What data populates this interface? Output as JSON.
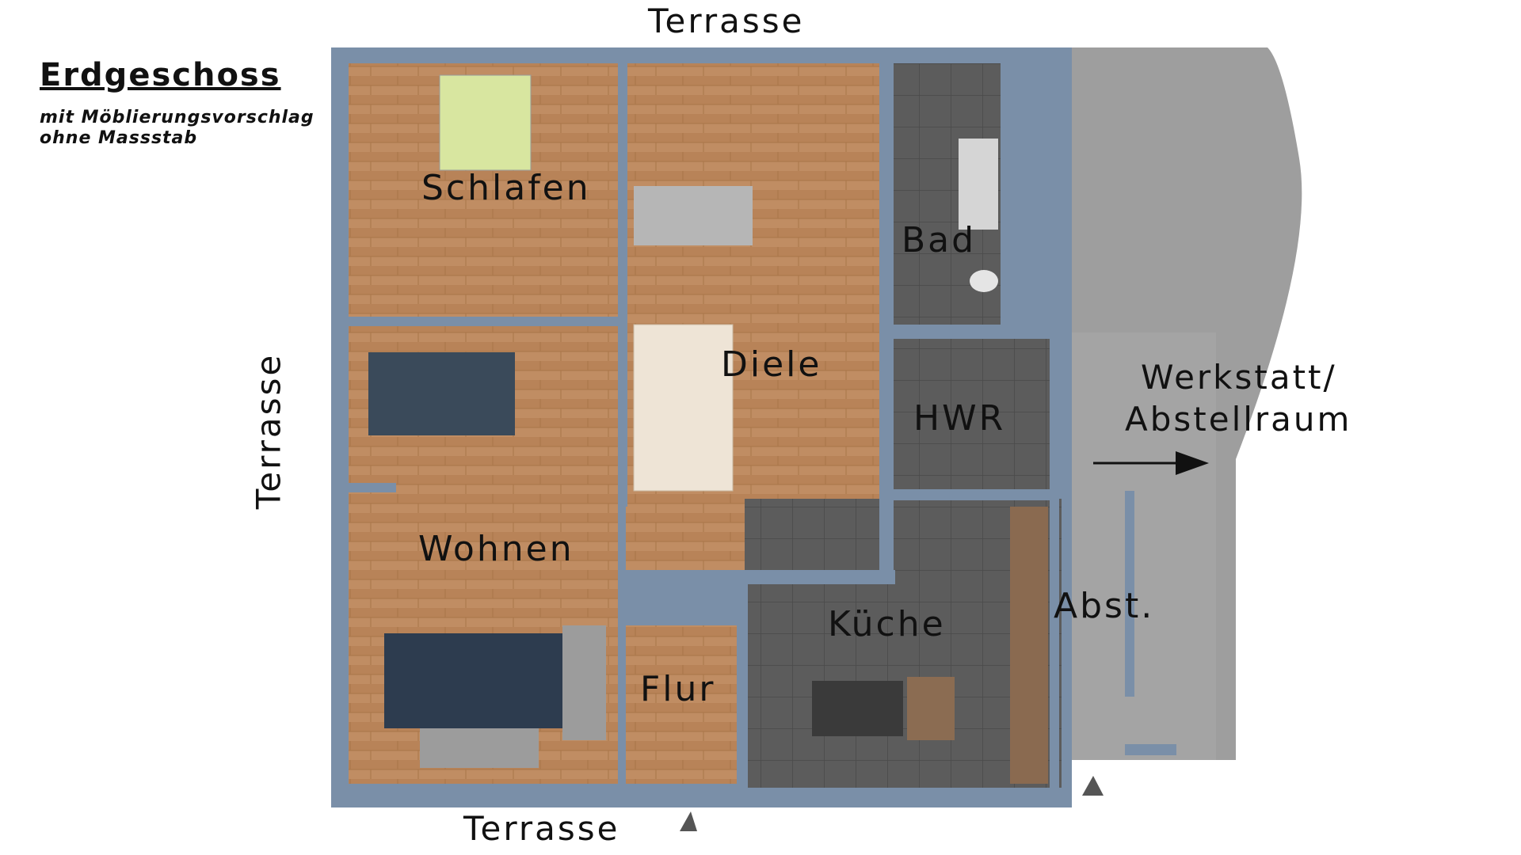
{
  "title": "Erdgeschoss",
  "subtitle_lines": [
    "mit Möblierungsvorschlag",
    "ohne Massstab"
  ],
  "exterior_labels": {
    "top": "Terrasse",
    "left": "Terrasse",
    "bottom": "Terrasse",
    "right_line1": "Werkstatt/",
    "right_line2": "Abstellraum"
  },
  "rooms": {
    "schlafen": "Schlafen",
    "bad": "Bad",
    "diele": "Diele",
    "hwr": "HWR",
    "wohnen": "Wohnen",
    "kueche": "Küche",
    "flur": "Flur",
    "abst": "Abst."
  },
  "colors": {
    "wall": "#7a8fa8",
    "wood": "#c08d63",
    "tile": "#5b5b5b",
    "exterior": "#9a9a9a",
    "text": "#111111"
  }
}
